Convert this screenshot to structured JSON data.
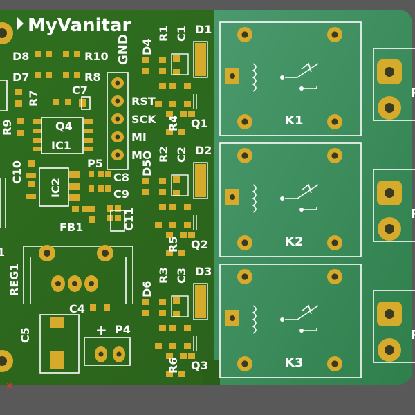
{
  "board": {
    "title": "MyVanitar",
    "colors": {
      "background": "#595959",
      "mask_dark": "#2f6a1e",
      "mask_light": "#3e8a5c",
      "pad": "#d6aa2a",
      "silk": "#ffffff",
      "drill": "#3a3a1e"
    }
  },
  "header_pins": [
    "GND",
    "RST",
    "SCK",
    "MI",
    "MO"
  ],
  "relays": [
    {
      "ref": "K1",
      "transistor": "Q1",
      "resistor": "R4",
      "diode": "D1",
      "cap": "C1",
      "res": "R1",
      "led": "D4"
    },
    {
      "ref": "K2",
      "transistor": "Q2",
      "resistor": "R5",
      "diode": "D2",
      "cap": "C2",
      "res": "R2",
      "led": "D5"
    },
    {
      "ref": "K3",
      "transistor": "Q3",
      "resistor": "R6",
      "diode": "D3",
      "cap": "C3",
      "res": "R3",
      "led": "D6"
    }
  ],
  "terminal_cut_letter": "P",
  "left_labels": {
    "D8": "D8",
    "R10": "R10",
    "D7": "D7",
    "R8": "R8",
    "R7": "R7",
    "C7": "C7",
    "R9": "R9",
    "Q4": "Q4",
    "IC1": "IC1",
    "C10": "C10",
    "IC2": "IC2",
    "P5": "P5",
    "C8": "C8",
    "C9": "C9",
    "C11": "C11",
    "FB1": "FB1",
    "REG1": "REG1",
    "C4": "C4",
    "C5": "C5",
    "P4": "P4",
    "plus": "+",
    "one": "1",
    "x": "×"
  }
}
